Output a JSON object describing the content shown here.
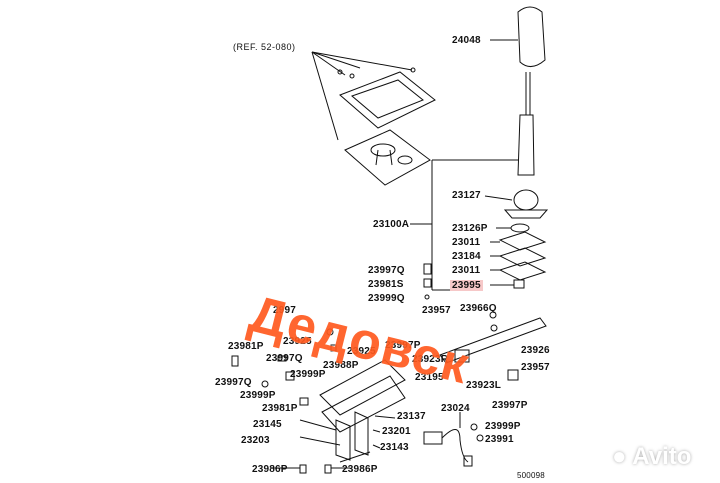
{
  "ref_label": "(REF. 52-080)",
  "parts": {
    "p24048": "24048",
    "p23127": "23127",
    "p23100A": "23100A",
    "p23126P": "23126P",
    "p23011a": "23011",
    "p23184": "23184",
    "p23011b": "23011",
    "p23995": "23995",
    "p23997Q": "23997Q",
    "p23981S": "23981S",
    "p23999Q": "23999Q",
    "p23966Q": "23966Q",
    "p23957a": "23957",
    "p2997": "2997",
    "p23981Pa": "23981P",
    "p23925a": "23925",
    "p23925b": "23925",
    "p23997Qb": "23997Q",
    "p23997P": "23997P",
    "p23923R": "23923R",
    "p23926": "23926",
    "p23997Qc": "23997Q",
    "p23999Pa": "23999P",
    "p23988P": "23988P",
    "p23195": "23195",
    "p23957b": "23957",
    "p23923L": "23923L",
    "p23999Pb": "23999P",
    "p23981Pb": "23981P",
    "p23997Pb": "23997P",
    "p23024": "23024",
    "p23137": "23137",
    "p23999Pc": "23999P",
    "p23145": "23145",
    "p23201": "23201",
    "p23991": "23991",
    "p23203": "23203",
    "p23143": "23143",
    "p23986Pa": "23986P",
    "p23986Pb": "23986P"
  },
  "diagram_code": "500098",
  "watermark": "Дедовск",
  "brand": "Avito",
  "colors": {
    "watermark": "#ff5a1f",
    "highlight": "#f6c8c8",
    "line": "#111111"
  }
}
